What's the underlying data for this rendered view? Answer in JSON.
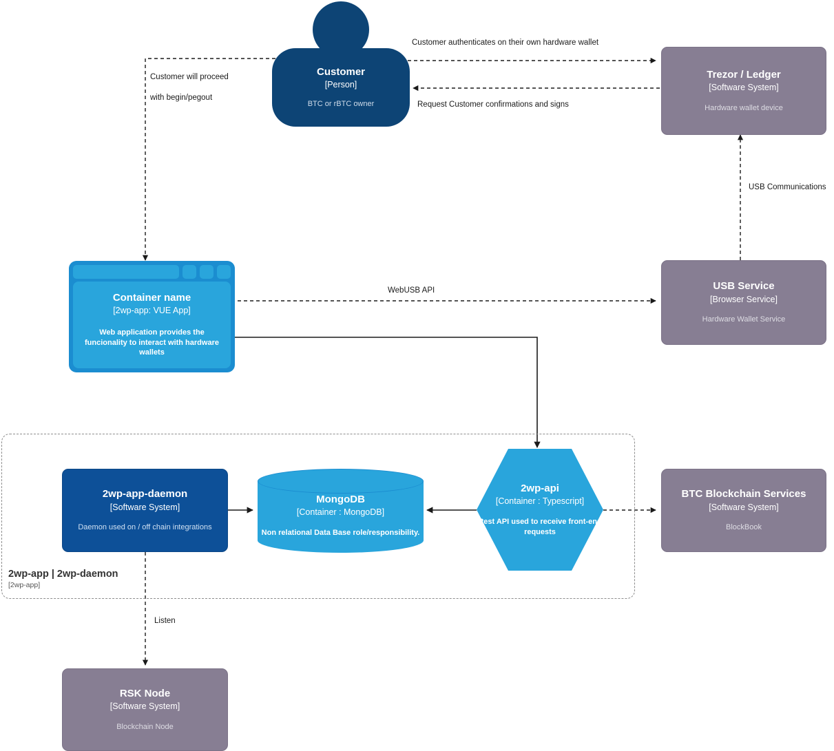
{
  "diagram": {
    "type": "C4 Container Diagram",
    "colors": {
      "person_blue": "#0d4475",
      "system_blue": "#0d5098",
      "container_blue": "#29a5dc",
      "container_frame_blue": "#1b8dd0",
      "external_grey": "#877e93",
      "edge_black": "#1a1a1a",
      "boundary_grey": "#8c8c8c"
    }
  },
  "nodes": {
    "customer": {
      "title": "Customer",
      "subtitle": "[Person]",
      "description": "BTC or rBTC owner"
    },
    "trezor_ledger": {
      "title": "Trezor / Ledger",
      "subtitle": "[Software System]",
      "description": "Hardware wallet device"
    },
    "vue_app": {
      "title": "Container name",
      "subtitle": "[2wp-app: VUE App]",
      "description": "Web application provides the funcionality to interact with hardware wallets"
    },
    "usb_service": {
      "title": "USB Service",
      "subtitle": "[Browser Service]",
      "description": "Hardware Wallet Service"
    },
    "daemon": {
      "title": "2wp-app-daemon",
      "subtitle": "[Software System]",
      "description": "Daemon used on / off chain integrations"
    },
    "mongodb": {
      "title": "MongoDB",
      "subtitle": "[Container : MongoDB]",
      "description": "Non relational Data Base role/responsibility."
    },
    "api": {
      "title": "2wp-api",
      "subtitle": "[Container : Typescript]",
      "description": "Rest API used to receive front-end requests"
    },
    "btc_services": {
      "title": "BTC Blockchain Services",
      "subtitle": "[Software System]",
      "description": "BlockBook"
    },
    "rsk_node": {
      "title": "RSK Node",
      "subtitle": "[Software System]",
      "description": "Blockchain Node"
    }
  },
  "boundary": {
    "name": "2wp-app | 2wp-daemon",
    "type": "[2wp-app]"
  },
  "edges": {
    "customer_to_trezor": "Customer authenticates on their own hardware wallet",
    "trezor_to_customer": "Request Customer confirmations and signs",
    "customer_to_app_line1": "Customer will proceed",
    "customer_to_app_line2": "with begin/pegout",
    "trezor_to_usb": "USB Communications",
    "app_to_usb": "WebUSB API",
    "daemon_to_rsk": "Listen"
  }
}
